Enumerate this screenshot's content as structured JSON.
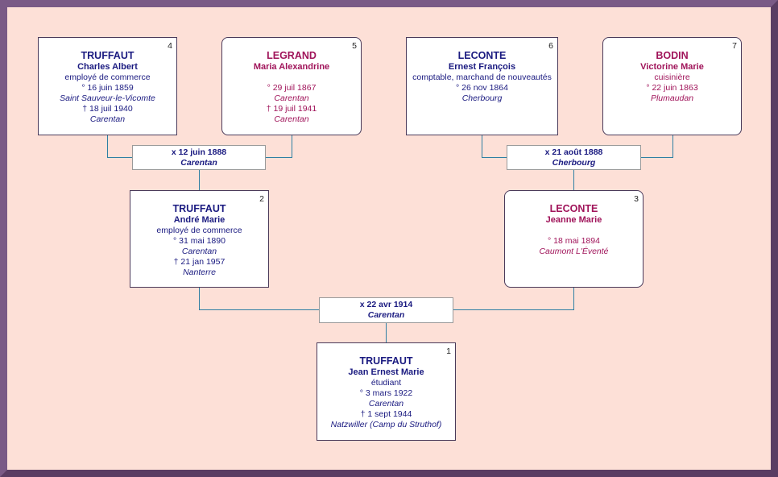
{
  "people": {
    "p1": {
      "num": "1",
      "surname": "TRUFFAUT",
      "given": "Jean Ernest Marie",
      "occupation": "étudiant",
      "birth": "° 3 mars 1922",
      "birth_place": "Carentan",
      "death": "† 1 sept 1944",
      "death_place": "Natzwiller (Camp du Struthof)"
    },
    "p2": {
      "num": "2",
      "surname": "TRUFFAUT",
      "given": "André Marie",
      "occupation": "employé de commerce",
      "birth": "° 31 mai 1890",
      "birth_place": "Carentan",
      "death": "† 21 jan 1957",
      "death_place": "Nanterre"
    },
    "p3": {
      "num": "3",
      "surname": "LECONTE",
      "given": "Jeanne Marie",
      "birth": "° 18 mai 1894",
      "birth_place": "Caumont L'Éventé"
    },
    "p4": {
      "num": "4",
      "surname": "TRUFFAUT",
      "given": "Charles Albert",
      "occupation": "employé de commerce",
      "birth": "° 16 juin 1859",
      "birth_place": "Saint Sauveur-le-Vicomte",
      "death": "† 18 juil 1940",
      "death_place": "Carentan"
    },
    "p5": {
      "num": "5",
      "surname": "LEGRAND",
      "given": "Maria Alexandrine",
      "birth": "° 29 juil 1867",
      "birth_place": "Carentan",
      "death": "† 19 juil 1941",
      "death_place": "Carentan"
    },
    "p6": {
      "num": "6",
      "surname": "LECONTE",
      "given": "Ernest François",
      "occupation": "comptable, marchand de nouveautés",
      "birth": "° 26 nov 1864",
      "birth_place": "Cherbourg"
    },
    "p7": {
      "num": "7",
      "surname": "BODIN",
      "given": "Victorine Marie",
      "occupation": "cuisinière",
      "birth": "° 22 juin 1863",
      "birth_place": "Plumaudan"
    }
  },
  "marriages": {
    "m45": {
      "date": "x 12 juin 1888",
      "place": "Carentan"
    },
    "m67": {
      "date": "x 21 août 1888",
      "place": "Cherbourg"
    },
    "m23": {
      "date": "x 22 avr 1914",
      "place": "Carentan"
    }
  },
  "colors": {
    "background": "#fde0d7",
    "frame": "#7a5a86",
    "connector": "#2f7fa3",
    "male_text": "#1a1a80",
    "female_text": "#a0145a"
  }
}
